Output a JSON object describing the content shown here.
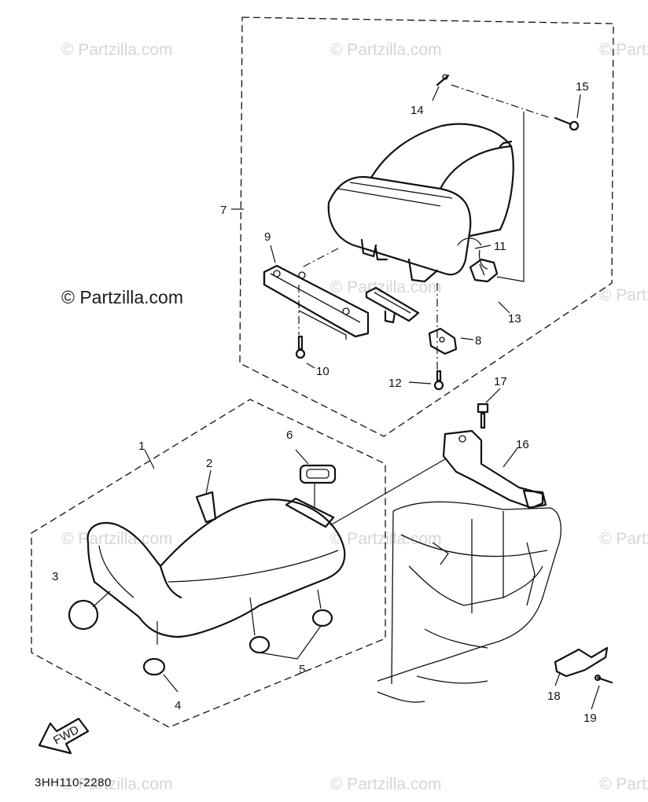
{
  "watermark": {
    "text": "© Partzilla.com",
    "main_text": "© Partzilla.com"
  },
  "diagram_code": "3HH110-2280",
  "arrow_label": "FWD",
  "callouts": {
    "c1": "1",
    "c2": "2",
    "c3": "3",
    "c4": "4",
    "c5": "5",
    "c6": "6",
    "c7": "7",
    "c8": "8",
    "c9": "9",
    "c10": "10",
    "c11": "11",
    "c12": "12",
    "c13": "13",
    "c14": "14",
    "c15": "15",
    "c16": "16",
    "c17": "17",
    "c18": "18",
    "c19": "19"
  }
}
